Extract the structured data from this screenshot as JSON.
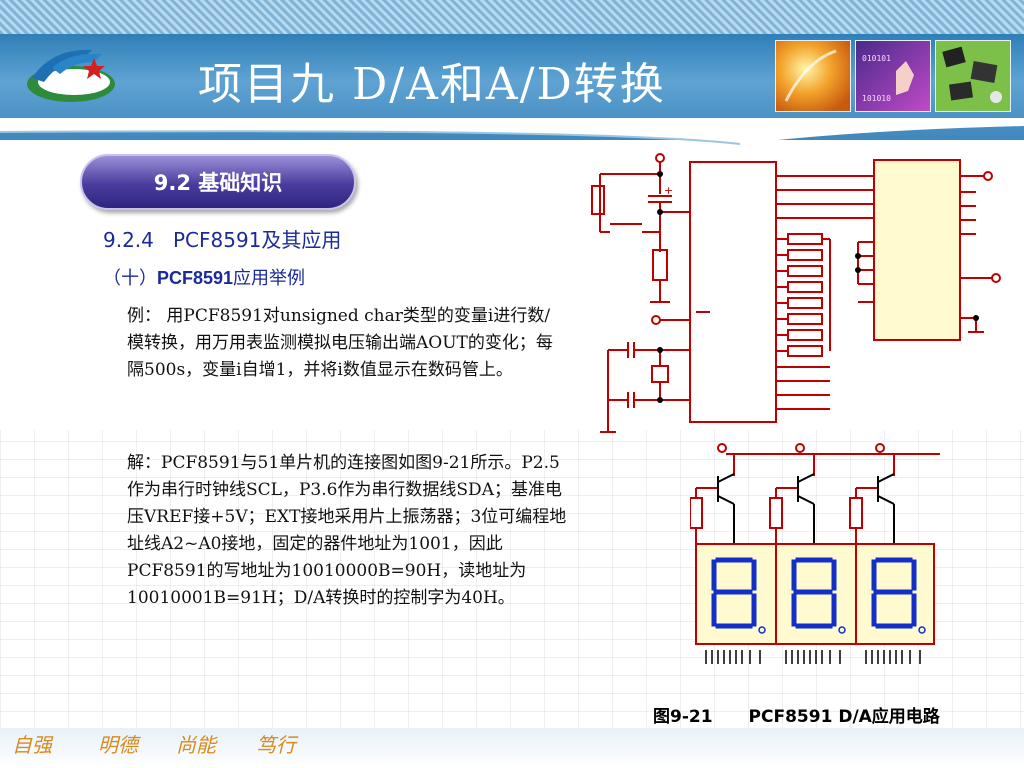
{
  "header": {
    "title": "项目九 D/A和A/D转换"
  },
  "section": {
    "label": "9.2 基础知识"
  },
  "subsection": {
    "number": "9.2.4",
    "name": "PCF8591及其应用"
  },
  "topic": {
    "prefix": "（十）",
    "bold": "PCF8591",
    "rest": "应用举例"
  },
  "example": {
    "text": "例： 用PCF8591对unsigned char类型的变量i进行数/模转换，用万用表监测模拟电压输出端AOUT的变化；每隔500s，变量i自增1，并将i数值显示在数码管上。"
  },
  "solution": {
    "text": "解：PCF8591与51单片机的连接图如图9-21所示。P2.5作为串行时钟线SCL，P3.6作为串行数据线SDA；基准电压VREF接+5V；EXT接地采用片上振荡器；3位可编程地址线A2~A0接地，固定的器件地址为1001，因此PCF8591的写地址为10010000B=90H，读地址为10010001B=91H；D/A转换时的控制字为40H。"
  },
  "figure": {
    "number": "图9-21",
    "title": "PCF8591 D/A应用电路",
    "digits": [
      "8",
      "8",
      "8"
    ]
  },
  "footer": {
    "motto": [
      "自强",
      "明德",
      "尚能",
      "笃行"
    ]
  },
  "colors": {
    "header": "#3f87bd",
    "section_pill": "#4a3c9e",
    "subtitle": "#1a2a9a",
    "circuit": "#c00000",
    "segment": "#1030c8",
    "chip_fill": "#fffad0",
    "motto": "#d98a1e"
  }
}
